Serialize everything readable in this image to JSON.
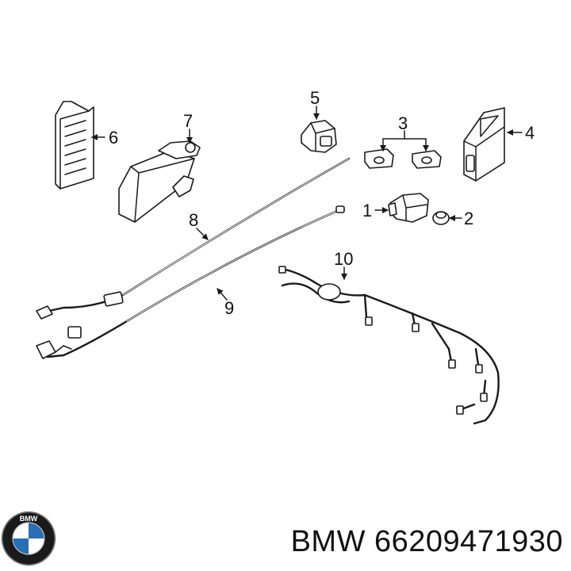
{
  "callouts": {
    "c1": "1",
    "c2": "2",
    "c3": "3",
    "c4": "4",
    "c5": "5",
    "c6": "6",
    "c7": "7",
    "c8": "8",
    "c9": "9",
    "c10": "10"
  },
  "footer": {
    "brand": "BMW",
    "part_number": "66209471930",
    "logo_text": "BMW"
  }
}
